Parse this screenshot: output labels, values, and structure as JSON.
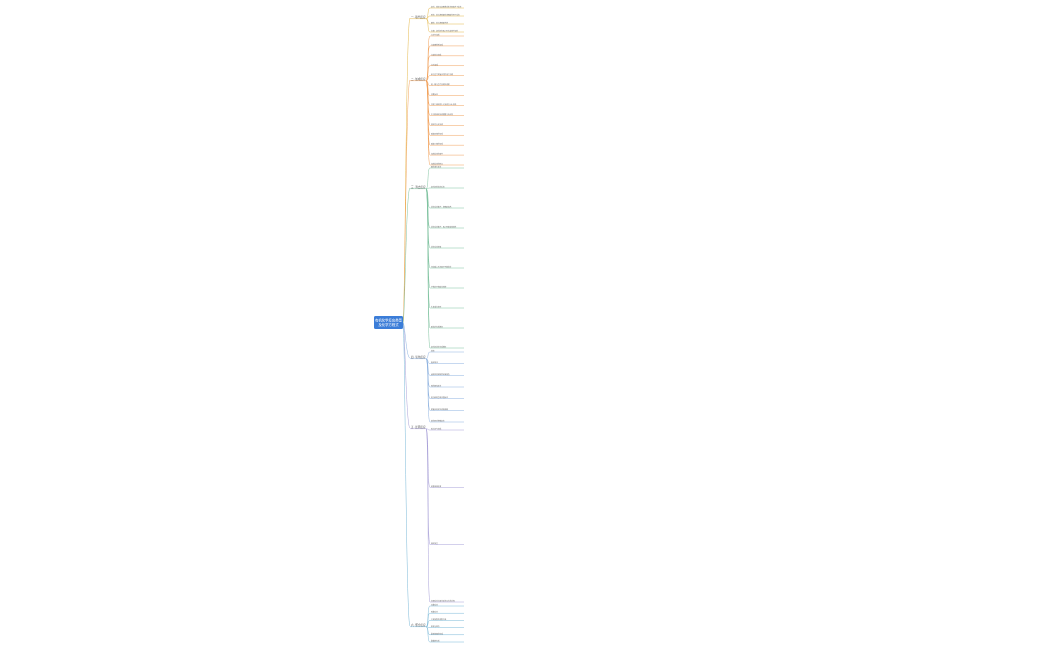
{
  "colors": {
    "root": "#3b7dd8",
    "branch_lines": [
      "#e5b84a",
      "#f2a15a",
      "#7fc3a0",
      "#8fb3e0",
      "#a8a0d8",
      "#79b8d8"
    ],
    "text": "#4a4a4a"
  },
  "root_label": [
    "有机化学反应类型",
    "及化学方程式"
  ],
  "branches": [
    {
      "label": "一. 取代反应",
      "children": [
        "卤代：烷烃与卤素单质在光照条件下发生",
        "硝化：苯与浓硝酸在浓硫酸作用下反应",
        "磺化：苯与浓硫酸共热",
        "水解：卤代烃在NaOH水溶液中加热"
      ]
    },
    {
      "label": "二. 加成反应",
      "children": [
        "与氢气加成",
        "与卤素单质加成",
        "与卤化氢加成",
        "与水加成",
        "苯与氢气在催化剂作用下加成",
        "醛、酮与氢气加成生成醇",
        "加聚反应",
        "共轭二烯烃的1,2-加成与1,4-加成",
        "不对称烯烃加成遵循马氏规则",
        "炔烃可分步加成",
        "碳碳双键的加成",
        "碳碳三键的加成",
        "加成反应的条件",
        "加成反应的特点"
      ]
    },
    {
      "label": "三. 消去反应",
      "children": [
        "醇的消去反应",
        "卤代烃的消去反应",
        "消去反应条件：浓硫酸加热",
        "消去反应条件：NaOH醇溶液加热",
        "消去反应规律",
        "邻位碳上无氢原子不能消去",
        "产物为不饱和化合物",
        "扎依采夫规则",
        "醇消去生成烯烃",
        "卤代烃消去生成烯烃"
      ]
    },
    {
      "label": "四. 氧化反应",
      "children": [
        "燃烧",
        "催化氧化",
        "使酸性高锰酸钾溶液褪色",
        "醛的银镜反应",
        "醛与新制氢氧化铜反应",
        "醇催化氧化生成醛或酮",
        "苯的同系物被氧化"
      ]
    },
    {
      "label": "五. 还原反应",
      "children": [
        "醛与氢气加成",
        "硝基苯被还原",
        "烯烃加氢",
        "还原反应与氧化反应互为逆过程"
      ]
    },
    {
      "label": "六. 聚合反应",
      "children": [
        "加聚反应",
        "缩聚反应",
        "乙烯加聚生成聚乙烯",
        "单体与链节",
        "酚醛树脂的生成",
        "聚酯的生成"
      ]
    }
  ]
}
